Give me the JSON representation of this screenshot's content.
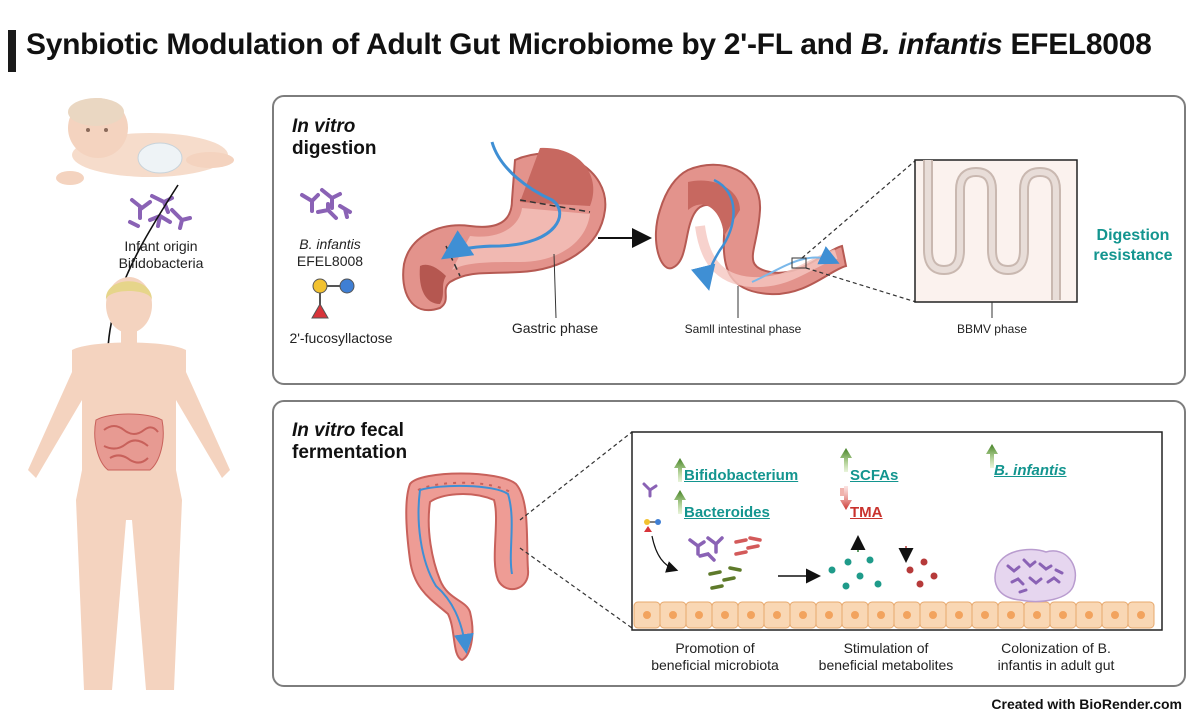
{
  "title": {
    "part1": "Synbiotic Modulation of Adult Gut Microbiome by 2'-FL and ",
    "part2": "B. infantis",
    "part3": " EFEL8008"
  },
  "left": {
    "origin_line1": "Infant origin",
    "origin_line2": "Bifidobacteria"
  },
  "top_panel": {
    "title_italic": "In vitro",
    "title_rest": "digestion",
    "strain_italic": "B. infantis",
    "strain_code": "EFEL8008",
    "sugar_label": "2'-fucosyllactose",
    "gastric_label": "Gastric phase",
    "small_label": "Samll intestinal phase",
    "bbmv_label": "BBMV phase",
    "result_line1": "Digestion",
    "result_line2": "resistance"
  },
  "bottom_panel": {
    "title_italic": "In vitro",
    "title_rest1": " fecal",
    "title_rest2": "fermentation",
    "bifido": "Bifidobacterium",
    "bacteroides": "Bacteroides",
    "scfas": "SCFAs",
    "tma": "TMA",
    "binfantis": "B. infantis",
    "cap1_line1": "Promotion of",
    "cap1_line2": "beneficial microbiota",
    "cap2_line1": "Stimulation of",
    "cap2_line2": "beneficial metabolites",
    "cap3_line1": "Colonization of B.",
    "cap3_line2": "infantis in adult gut"
  },
  "footer": "Created with BioRender.com",
  "colors": {
    "teal": "#13958f",
    "red": "#c9322d",
    "panel_border": "#7d7d7d",
    "bacteria_purple": "#8a62b5",
    "arrow_blue": "#3f8fd4",
    "tissue_pink": "#d6756f",
    "up_arrow_green": "#4c8b2b"
  }
}
